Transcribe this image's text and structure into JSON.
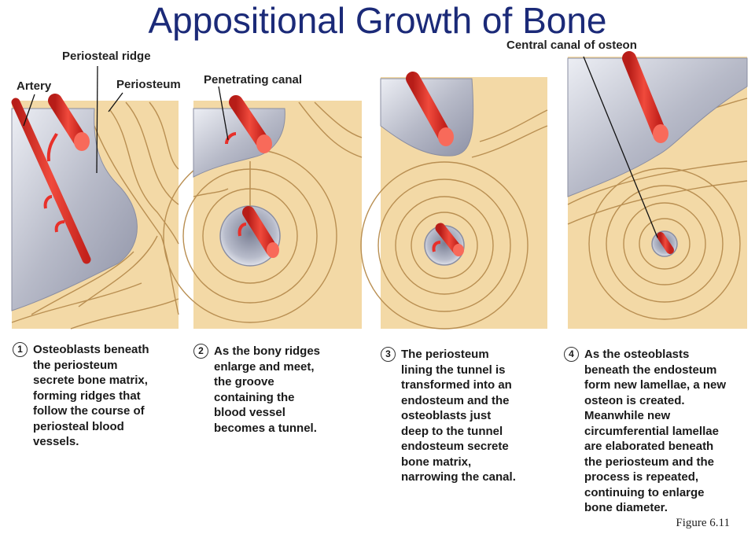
{
  "title": "Appositional Growth of Bone",
  "labels": {
    "artery": "Artery",
    "periosteal_ridge": "Periosteal ridge",
    "periosteum": "Periosteum",
    "penetrating_canal": "Penetrating canal",
    "central_canal": "Central canal of osteon"
  },
  "steps": [
    {
      "number": "1",
      "lines": [
        "Osteoblasts beneath",
        "the periosteum",
        "secrete bone matrix,",
        "forming ridges that",
        "follow the course of",
        "periosteal blood",
        "vessels."
      ]
    },
    {
      "number": "2",
      "lines": [
        "As the bony ridges",
        "enlarge and meet,",
        "the groove",
        "containing the",
        "blood vessel",
        "becomes a tunnel."
      ]
    },
    {
      "number": "3",
      "lines": [
        "The periosteum",
        "lining the tunnel is",
        "transformed into an",
        "endosteum and the",
        "osteoblasts just",
        "deep to the tunnel",
        "endosteum secrete",
        "bone matrix,",
        "narrowing the canal."
      ]
    },
    {
      "number": "4",
      "lines": [
        "As the osteoblasts",
        "beneath the endosteum",
        "form new lamellae, a new",
        "osteon is created.",
        "Meanwhile new",
        "circumferential lamellae",
        "are elaborated beneath",
        "the periosteum and the",
        "process is repeated,",
        "continuing to enlarge",
        "bone diameter."
      ]
    }
  ],
  "figure": "Figure 6.11",
  "colors": {
    "title": "#1b2a78",
    "bone": "#f3d9a6",
    "lamella_line": "#b98f52",
    "vessel": "#e8302a",
    "periosteum": "#c9cbd6"
  }
}
